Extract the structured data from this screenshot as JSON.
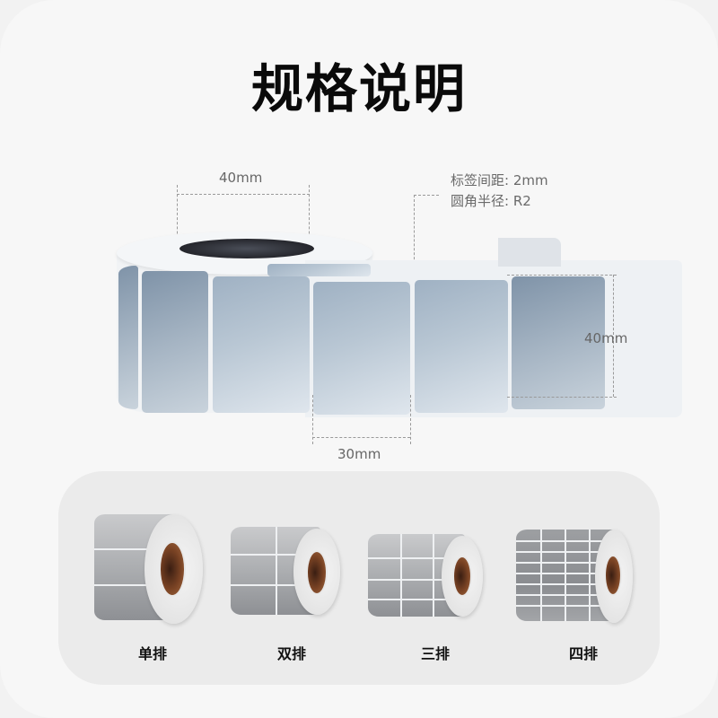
{
  "title": "规格说明",
  "dimensions": {
    "top_width": "40mm",
    "right_height": "40mm",
    "bottom_width": "30mm"
  },
  "specs": {
    "gap": "标签间距: 2mm",
    "radius": "圆角半径: R2"
  },
  "variants": [
    {
      "label": "单排",
      "icon": "single-row-roll-icon",
      "columns": 1
    },
    {
      "label": "双排",
      "icon": "double-row-roll-icon",
      "columns": 2
    },
    {
      "label": "三排",
      "icon": "triple-row-roll-icon",
      "columns": 3
    },
    {
      "label": "四排",
      "icon": "quad-row-roll-icon",
      "columns": 4
    }
  ],
  "colors": {
    "label_blue_gray": "#a5b4c3",
    "silver": "#a9abae",
    "core_brown": "#7a4324"
  }
}
